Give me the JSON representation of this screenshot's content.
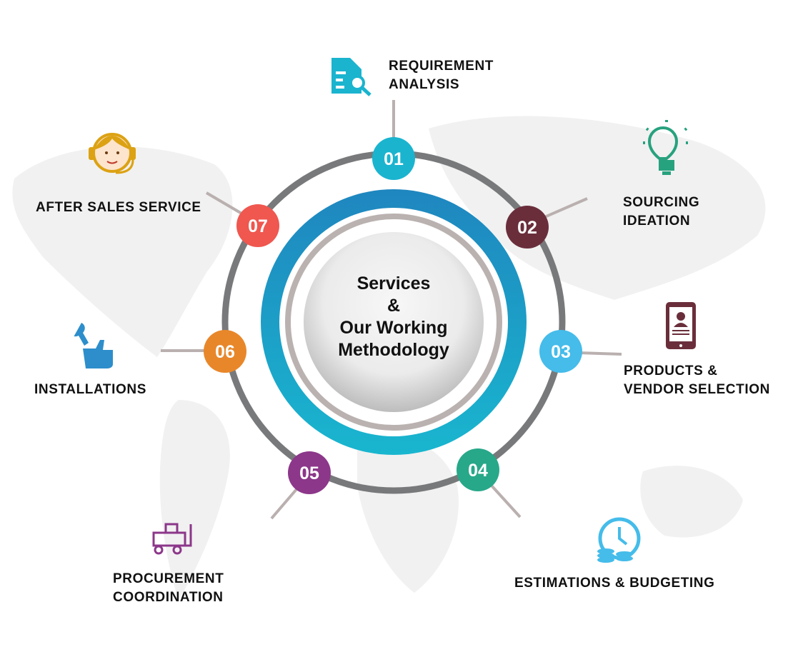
{
  "center": {
    "line1": "Services",
    "line2": "&",
    "line3": "Our Working",
    "line4": "Methodology"
  },
  "steps": [
    {
      "num": "01",
      "color": "#1ab4cf",
      "icon": "document-search-icon",
      "label": [
        "REQUIREMENT",
        "ANALYSIS"
      ]
    },
    {
      "num": "02",
      "color": "#6a2e3b",
      "icon": "lightbulb-icon",
      "label": [
        "SOURCING",
        "IDEATION"
      ]
    },
    {
      "num": "03",
      "color": "#45bcea",
      "icon": "tablet-profile-icon",
      "label": [
        "PRODUCTS &",
        "VENDOR SELECTION"
      ]
    },
    {
      "num": "04",
      "color": "#27a889",
      "icon": "clock-coins-icon",
      "label": [
        "ESTIMATIONS & BUDGETING"
      ]
    },
    {
      "num": "05",
      "color": "#8c378a",
      "icon": "forklift-cart-icon",
      "label": [
        "PROCUREMENT",
        "COORDINATION"
      ]
    },
    {
      "num": "06",
      "color": "#e8872a",
      "icon": "wrench-thumbs-up-icon",
      "label": [
        "INSTALLATIONS"
      ]
    },
    {
      "num": "07",
      "color": "#ef574f",
      "icon": "headset-support-icon",
      "label": [
        "AFTER SALES SERVICE"
      ]
    }
  ]
}
